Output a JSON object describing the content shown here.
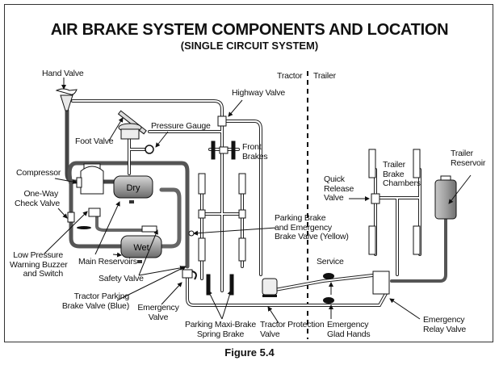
{
  "figure": {
    "title": "AIR BRAKE SYSTEM COMPONENTS AND LOCATION",
    "subtitle": "(SINGLE CIRCUIT SYSTEM)",
    "caption": "Figure 5.4"
  },
  "sections": {
    "tractor": "Tractor",
    "trailer": "Trailer"
  },
  "tanks": {
    "dry": "Dry",
    "wet": "Wet"
  },
  "labels": {
    "hand_valve": "Hand Valve",
    "highway_valve": "Highway Valve",
    "foot_valve": "Foot Valve",
    "pressure_gauge": "Pressure Gauge",
    "front_brakes": "Front\nBrakes",
    "compressor": "Compressor",
    "one_way_check_valve": "One-Way\nCheck Valve",
    "low_pressure_warning": "Low Pressure\nWarning Buzzer\nand Switch",
    "main_reservoirs": "Main Reservoirs",
    "safety_valve": "Safety Valve",
    "tractor_parking_brake_valve": "Tractor Parking\nBrake Valve (Blue)",
    "emergency_valve": "Emergency\nValve",
    "parking_maxi_brake": "Parking Maxi-Brake\nSpring Brake",
    "tractor_protection_valve": "Tractor Protection\nValve",
    "parking_emergency_brake_valve": "Parking Brake\nand Emergency\nBrake Valve (Yellow)",
    "quick_release_valve": "Quick\nRelease\nValve",
    "trailer_brake_chambers": "Trailer\nBrake\nChambers",
    "trailer_reservoir": "Trailer\nReservoir",
    "service": "Service",
    "emergency_glad_hands": "Emergency\nGlad Hands",
    "emergency_relay_valve": "Emergency\nRelay Valve"
  },
  "colors": {
    "line": "#111111",
    "pipe_dark": "#555555",
    "pipe_light": "#ffffff",
    "tank_fill": "#9a9a9a",
    "border": "#333333"
  }
}
